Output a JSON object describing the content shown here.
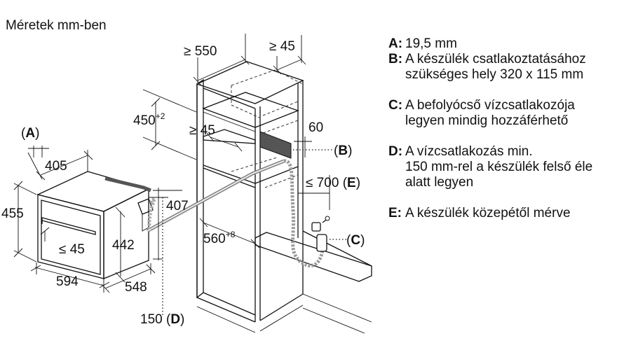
{
  "title": "Méretek mm-ben",
  "dims": {
    "niche_depth": "≥ 550",
    "top_gap": "≥ 45",
    "niche_height": "450",
    "niche_height_tol": "+2",
    "back_gap": "≥ 45",
    "back_dim": "60",
    "max_hose": "≤ 700",
    "niche_width": "560",
    "niche_width_tol": "+8",
    "appliance_height": "455",
    "appliance_top_width": "405",
    "front_height": "442",
    "side_height": "407",
    "door_gap": "≤ 45",
    "appliance_width": "594",
    "appliance_depth": "548",
    "bottom_dim": "150"
  },
  "callouts": {
    "a": "A",
    "b": "B",
    "c": "C",
    "d": "D",
    "e": "E"
  },
  "legend": [
    {
      "key": "A:",
      "text": "19,5 mm"
    },
    {
      "key": "B:",
      "text": "A készülék csatlakoztatásához\nszükséges hely 320 x 115 mm"
    },
    {
      "key": "C:",
      "text": "A befolyócső vízcsatlakozója\nlegyen mindig hozzáférhető"
    },
    {
      "key": "D:",
      "text": "A vízcsatlakozás min.\n150 mm-rel a készülék felső éle\nalatt legyen"
    },
    {
      "key": "E:",
      "text": "A készülék közepétől mérve"
    }
  ]
}
